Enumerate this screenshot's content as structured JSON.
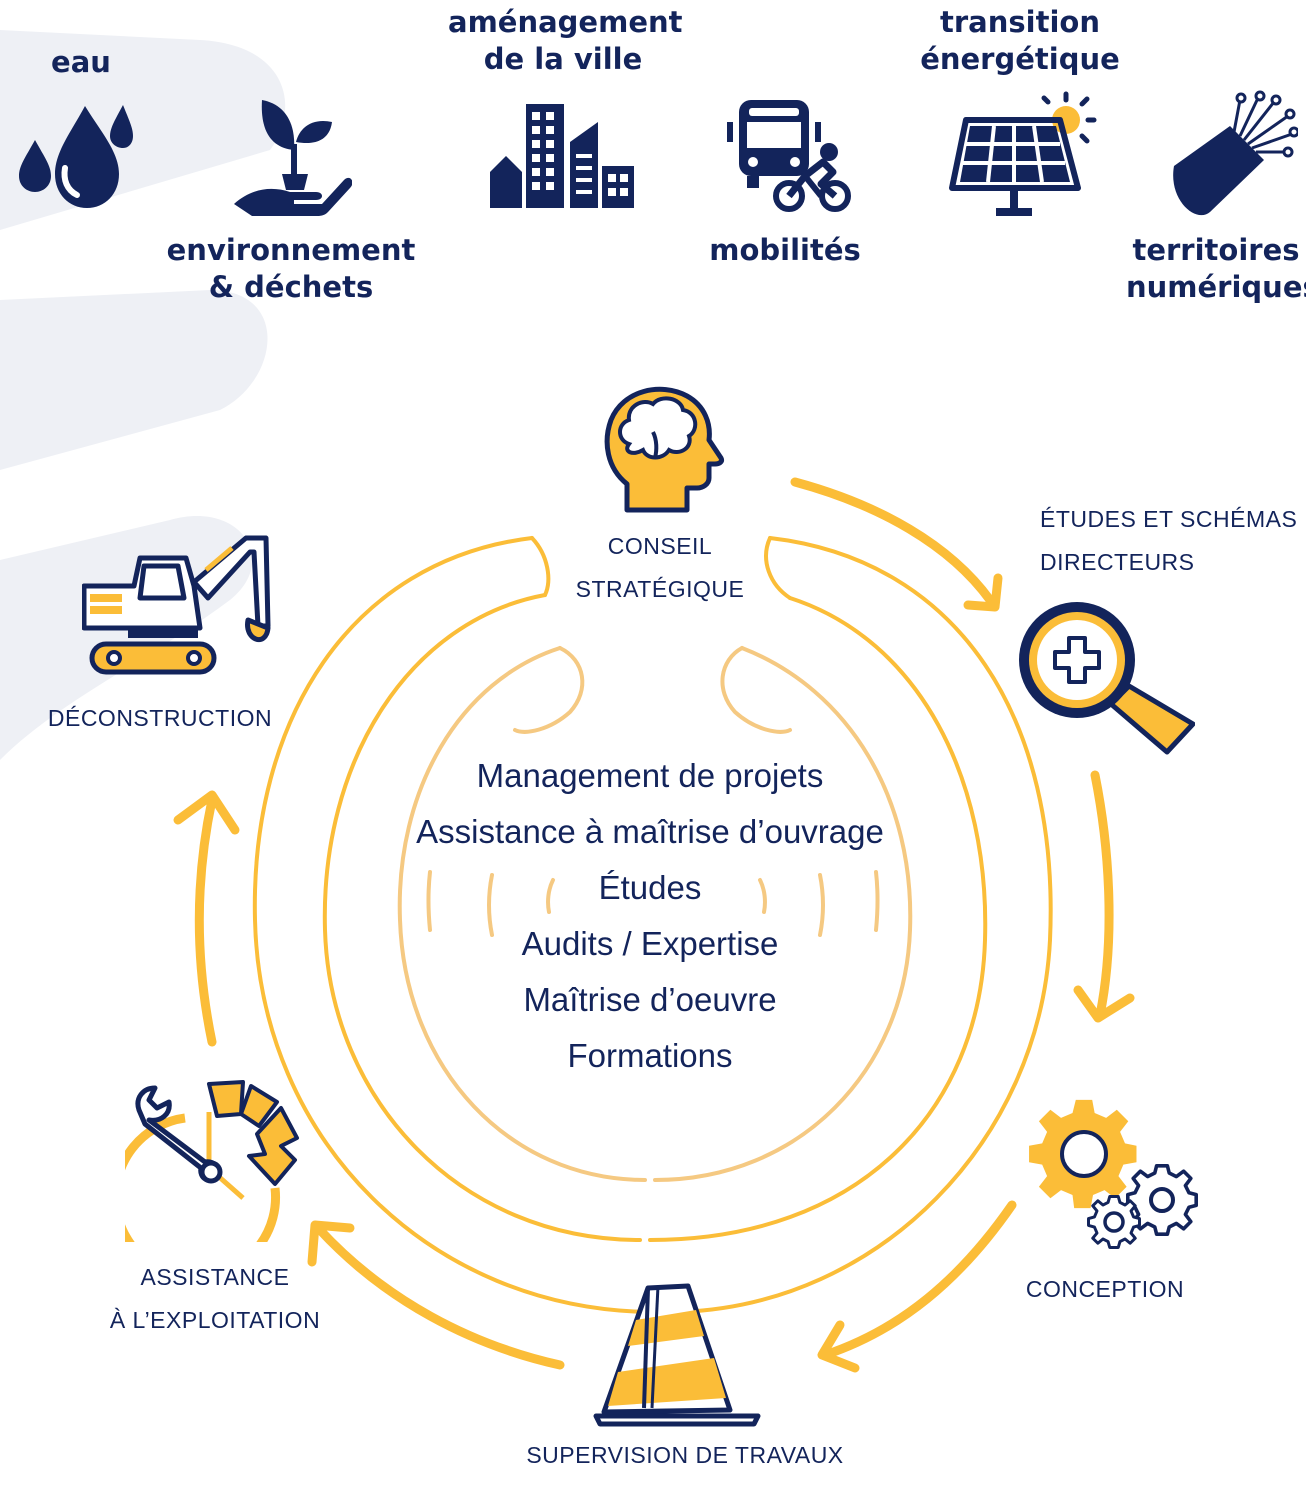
{
  "domains": {
    "eau": "eau",
    "environnement_line1": "environnement",
    "environnement_line2": "& déchets",
    "amenagement_line1": "aménagement",
    "amenagement_line2": "de la ville",
    "mobilites": "mobilités",
    "transition_line1": "transition",
    "transition_line2": "énergétique",
    "territoires_line1": "territoires",
    "territoires_line2": "numériques"
  },
  "cycle": {
    "conseil_line1": "CONSEIL",
    "conseil_line2": "STRATÉGIQUE",
    "etudes_line1": "ÉTUDES ET SCHÉMAS",
    "etudes_line2": "DIRECTEURS",
    "conception": "CONCEPTION",
    "supervision": "SUPERVISION DE TRAVAUX",
    "assistance_line1": "ASSISTANCE",
    "assistance_line2": "À L’EXPLOITATION",
    "deconstruction": "DÉCONSTRUCTION"
  },
  "services": [
    "Management de projets",
    "Assistance à maîtrise d’ouvrage",
    "Études",
    "Audits / Expertise",
    "Maîtrise d’oeuvre",
    "Formations"
  ],
  "colors": {
    "navy": "#13245b",
    "yellow": "#fbbd38",
    "light_orange": "#f5c982",
    "background_swoosh": "#eef0f5"
  },
  "icons": [
    "water-drops-icon",
    "plant-in-hand-icon",
    "city-buildings-icon",
    "bus-bike-icon",
    "solar-panel-icon",
    "fiber-optic-cable-icon",
    "head-brain-icon",
    "magnifier-plus-icon",
    "gears-icon",
    "traffic-cone-icon",
    "wrench-clock-icon",
    "excavator-icon"
  ]
}
